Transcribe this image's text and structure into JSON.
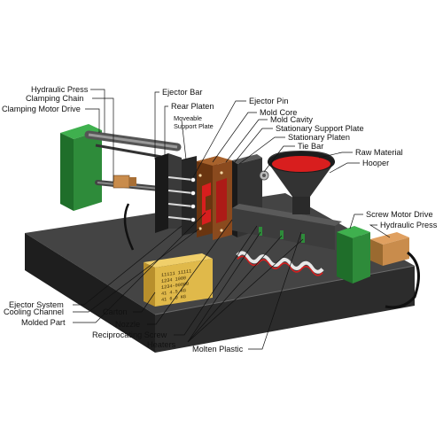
{
  "labels": {
    "hydraulic_press_left": "Hydraulic Press",
    "clamping_chain": "Clamping Chain",
    "clamping_motor_drive": "Clamping Motor Drive",
    "ejector_bar": "Ejector Bar",
    "rear_platen": "Rear Platen",
    "moveable_support_plate_1": "Moveable",
    "moveable_support_plate_2": "Support Plate",
    "ejector_pin": "Ejector Pin",
    "mold_core": "Mold Core",
    "mold_cavity": "Mold Cavity",
    "stationary_support_plate": "Stationary Support Plate",
    "stationary_platen": "Stationary Platen",
    "tie_bar": "Tie Bar",
    "raw_material": "Raw Material",
    "hooper": "Hooper",
    "screw_motor_drive": "Screw Motor Drive",
    "hydraulic_press_right": "Hydraulic Press",
    "ejector_system": "Ejector System",
    "cooling_channel": "Cooling Channel",
    "molded_part": "Molded Part",
    "carton": "Carton",
    "nozzle": "Nozzle",
    "reciprocating_screw": "Reciprocating Screw",
    "heaters": "Heaters",
    "molten_plastic": "Molten Plastic"
  },
  "carton_print": [
    "11111 11111",
    "1234 1000",
    "1234-00000",
    "41 4.5 KG",
    "41 6.0 KG"
  ],
  "colors": {
    "machine_dark": "#2b2b2b",
    "machine_top": "#4a4a4a",
    "green_block": "#2e8b3a",
    "mold_brown": "#8a4a1e",
    "molten_red": "#d81e1e",
    "carton": "#e0b94a",
    "brass": "#c98c4c"
  }
}
